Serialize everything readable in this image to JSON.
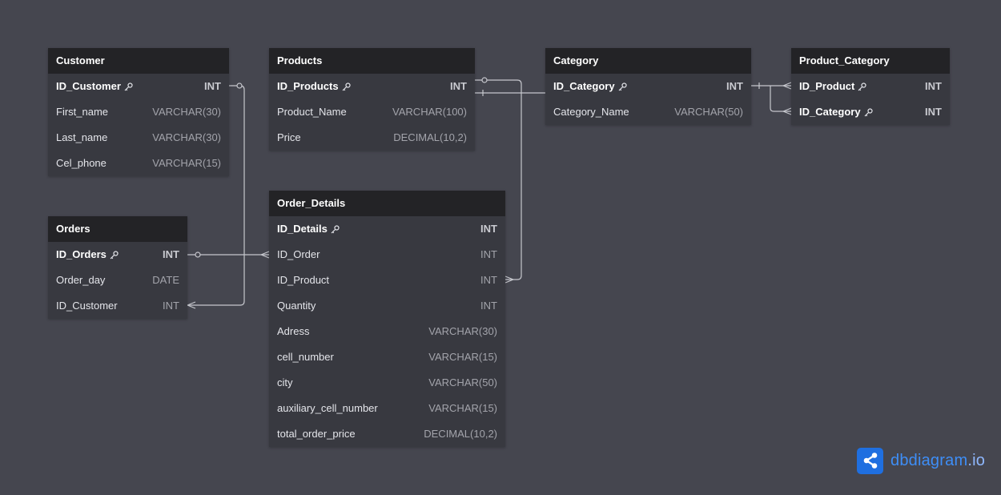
{
  "tables": {
    "customer": {
      "name": "Customer",
      "fields": [
        {
          "name": "ID_Customer",
          "type": "INT"
        },
        {
          "name": "First_name",
          "type": "VARCHAR(30)"
        },
        {
          "name": "Last_name",
          "type": "VARCHAR(30)"
        },
        {
          "name": "Cel_phone",
          "type": "VARCHAR(15)"
        }
      ]
    },
    "orders": {
      "name": "Orders",
      "fields": [
        {
          "name": "ID_Orders",
          "type": "INT"
        },
        {
          "name": "Order_day",
          "type": "DATE"
        },
        {
          "name": "ID_Customer",
          "type": "INT"
        }
      ]
    },
    "products": {
      "name": "Products",
      "fields": [
        {
          "name": "ID_Products",
          "type": "INT"
        },
        {
          "name": "Product_Name",
          "type": "VARCHAR(100)"
        },
        {
          "name": "Price",
          "type": "DECIMAL(10,2)"
        }
      ]
    },
    "order_details": {
      "name": "Order_Details",
      "fields": [
        {
          "name": "ID_Details",
          "type": "INT"
        },
        {
          "name": "ID_Order",
          "type": "INT"
        },
        {
          "name": "ID_Product",
          "type": "INT"
        },
        {
          "name": "Quantity",
          "type": "INT"
        },
        {
          "name": "Adress",
          "type": "VARCHAR(30)"
        },
        {
          "name": "cell_number",
          "type": "VARCHAR(15)"
        },
        {
          "name": "city",
          "type": "VARCHAR(50)"
        },
        {
          "name": "auxiliary_cell_number",
          "type": "VARCHAR(15)"
        },
        {
          "name": "total_order_price",
          "type": "DECIMAL(10,2)"
        }
      ]
    },
    "category": {
      "name": "Category",
      "fields": [
        {
          "name": "ID_Category",
          "type": "INT"
        },
        {
          "name": "Category_Name",
          "type": "VARCHAR(50)"
        }
      ]
    },
    "product_category": {
      "name": "Product_Category",
      "fields": [
        {
          "name": "ID_Product",
          "type": "INT"
        },
        {
          "name": "ID_Category",
          "type": "INT"
        }
      ]
    }
  },
  "relationships": [
    {
      "from": "Customer.ID_Customer",
      "to": "Orders.ID_Customer",
      "kind": "one-to-many"
    },
    {
      "from": "Orders.ID_Orders",
      "to": "Order_Details.ID_Order",
      "kind": "one-to-many"
    },
    {
      "from": "Products.ID_Products",
      "to": "Order_Details.ID_Product",
      "kind": "one-to-many"
    },
    {
      "from": "Products.ID_Products",
      "to": "Category.ID_Category",
      "kind": "one-to-one"
    },
    {
      "from": "Category.ID_Category",
      "to": "Product_Category.ID_Product",
      "kind": "one-to-many"
    },
    {
      "from": "Category.ID_Category",
      "to": "Product_Category.ID_Category",
      "kind": "one-to-many"
    }
  ],
  "brand": {
    "name": "dbdiagram",
    "tld": ".io",
    "icon": "share-icon"
  },
  "colors": {
    "background": "#45464f",
    "table_header": "#232326",
    "table_body": "#383940",
    "relation_line": "#c6c7cd",
    "brand_blue": "#1f6fe0"
  },
  "icons": {
    "primary_key": "key-icon"
  }
}
